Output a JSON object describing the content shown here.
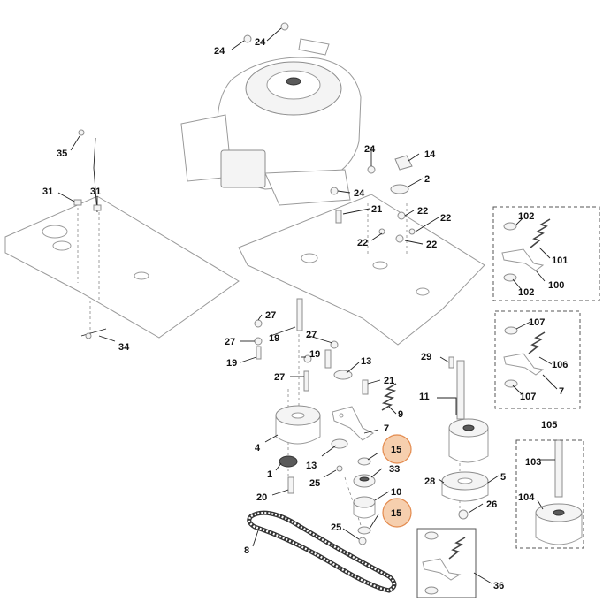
{
  "callouts": {
    "c24a": "24",
    "c24b": "24",
    "c35": "35",
    "c31a": "31",
    "c31b": "31",
    "c24c": "24",
    "c14": "14",
    "c2": "2",
    "c24d": "24",
    "c21a": "21",
    "c22a": "22",
    "c22b": "22",
    "c22c": "22",
    "c22d": "22",
    "c102a": "102",
    "c101": "101",
    "c102b": "102",
    "c100": "100",
    "c34": "34",
    "c27a": "27",
    "c19a": "19",
    "c27b": "27",
    "c19b": "19",
    "c27c": "27",
    "c19c": "19",
    "c27d": "27",
    "c13a": "13",
    "c29": "29",
    "c107a": "107",
    "c106": "106",
    "c7a": "7",
    "c107b": "107",
    "c105": "105",
    "c21b": "21",
    "c9": "9",
    "c11": "11",
    "c4": "4",
    "c7b": "7",
    "c15a": "15",
    "c13b": "13",
    "c33": "33",
    "c1": "1",
    "c25a": "25",
    "c28": "28",
    "c5": "5",
    "c10": "10",
    "c20": "20",
    "c26": "26",
    "c15b": "15",
    "c103": "103",
    "c104": "104",
    "c25b": "25",
    "c8": "8",
    "c36": "36"
  },
  "colors": {
    "highlight_fill": "#f6cfae",
    "highlight_stroke": "#e38a4d",
    "line": "#222222"
  }
}
